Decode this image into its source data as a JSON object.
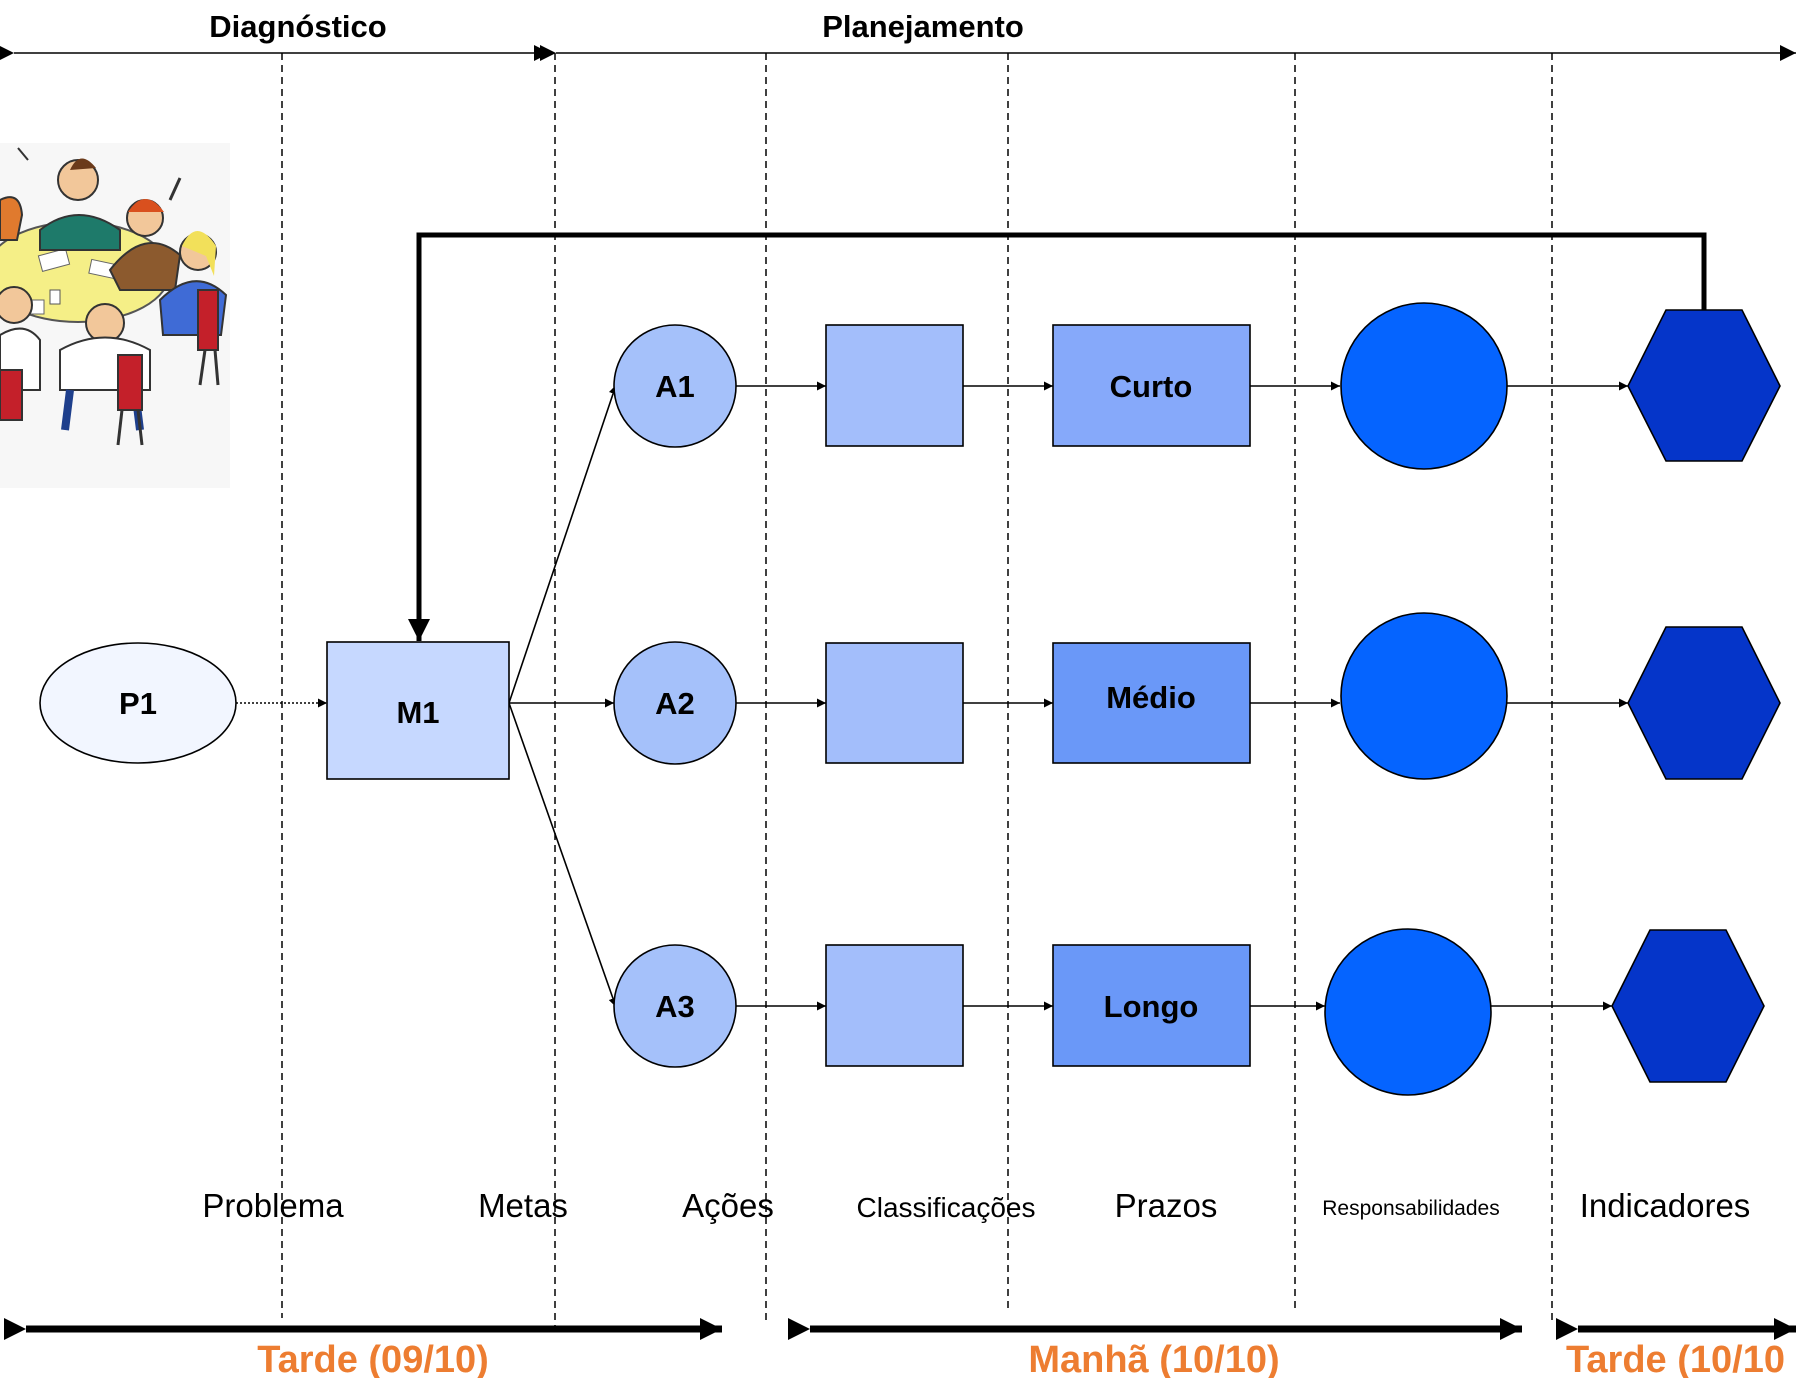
{
  "phases": {
    "diagnostico": "Diagnóstico",
    "planejamento": "Planejamento"
  },
  "nodes": {
    "p1": "P1",
    "m1": "M1",
    "a1": "A1",
    "a2": "A2",
    "a3": "A3",
    "prazo_curto": "Curto",
    "prazo_medio": "Médio",
    "prazo_longo": "Longo"
  },
  "columns": {
    "problema": "Problema",
    "metas": "Metas",
    "acoes": "Ações",
    "classificacoes": "Classificações",
    "prazos": "Prazos",
    "responsabilidades": "Responsabilidades",
    "indicadores": "Indicadores"
  },
  "periods": {
    "tarde_09": "Tarde (09/10)",
    "manha_10": "Manhã (10/10)",
    "tarde_10": "Tarde (10/10"
  },
  "colors": {
    "p1_fill": "#F2F6FF",
    "m1_fill": "#C6D8FF",
    "action_fill": "#A5C1FA",
    "class_fill": "#A3BEFB",
    "curto_fill": "#86A9FA",
    "medio_longo_fill": "#6A98F8",
    "resp_fill": "#0564FF",
    "indicator_fill": "#0535C9",
    "period_text": "#ED7D31"
  },
  "illustration": "meeting-people-illustration"
}
